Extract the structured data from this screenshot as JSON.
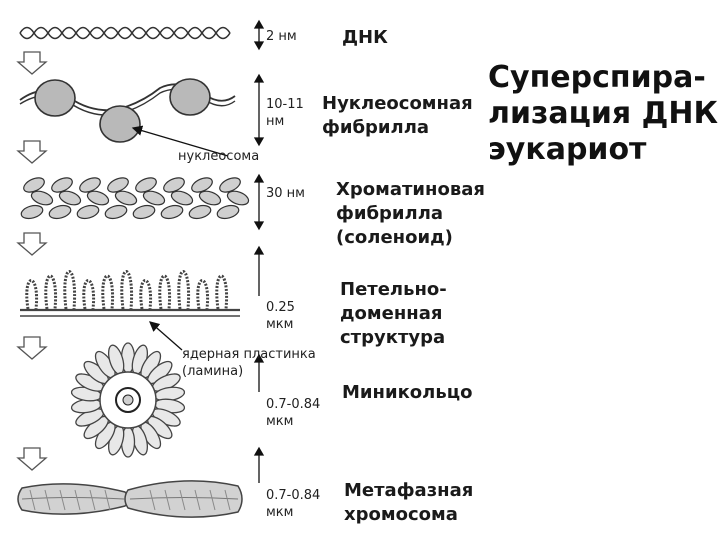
{
  "title": "Суперспира-\nлизация ДНК\nэукариот",
  "levels": [
    {
      "size": "2 нм",
      "name": "ДНК"
    },
    {
      "size": "10-11\nнм",
      "name": "Нуклеосомная\nфибрилла"
    },
    {
      "size": "30 нм",
      "name": "Хроматиновая\nфибрилла\n(соленоид)"
    },
    {
      "size": "0.25\nмкм",
      "name": "Петельно-\nдоменная\nструктура"
    },
    {
      "size": "0.7-0.84\nмкм",
      "name": "Миникольцо"
    },
    {
      "size": "0.7-0.84\nмкм",
      "name": "Метафазная\nхромосома"
    }
  ],
  "callouts": {
    "nucleosome": "нуклеосома",
    "lamina": "ядерная пластинка\n(ламина)"
  }
}
